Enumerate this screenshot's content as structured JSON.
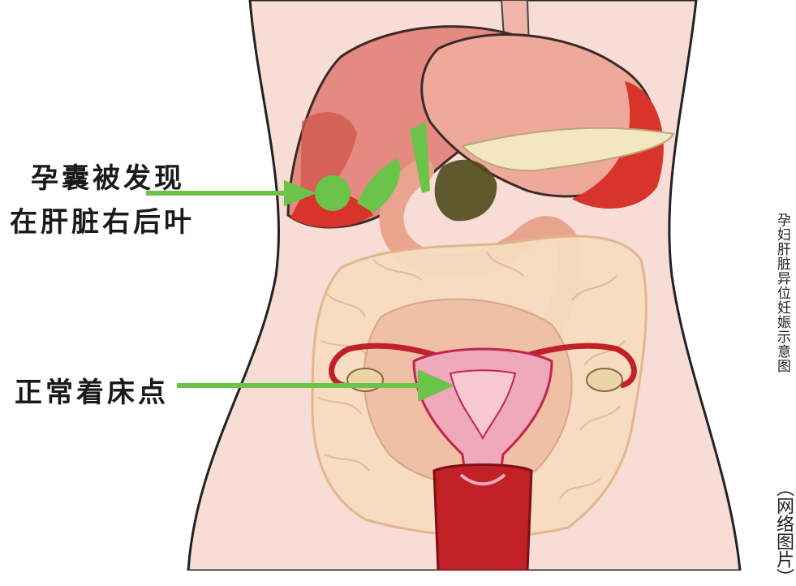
{
  "annotations": {
    "ectopic_site_line1": "孕囊被发现",
    "ectopic_site_line2": "在肝脏右后叶",
    "normal_site": "正常着床点"
  },
  "caption": {
    "title": "孕妇肝脏异位妊娠示意图",
    "source": "（网络图片）"
  },
  "colors": {
    "skin": "#f8dcd6",
    "liver": "#e48a80",
    "liver_red": "#d8342c",
    "stomach": "#efa99a",
    "gallbladder": "#4f4a1c",
    "intestine": "#f7dcc0",
    "uterus": "#f0a8bb",
    "uterus_dark": "#c02026",
    "arrow_green": "#6cc34a"
  }
}
